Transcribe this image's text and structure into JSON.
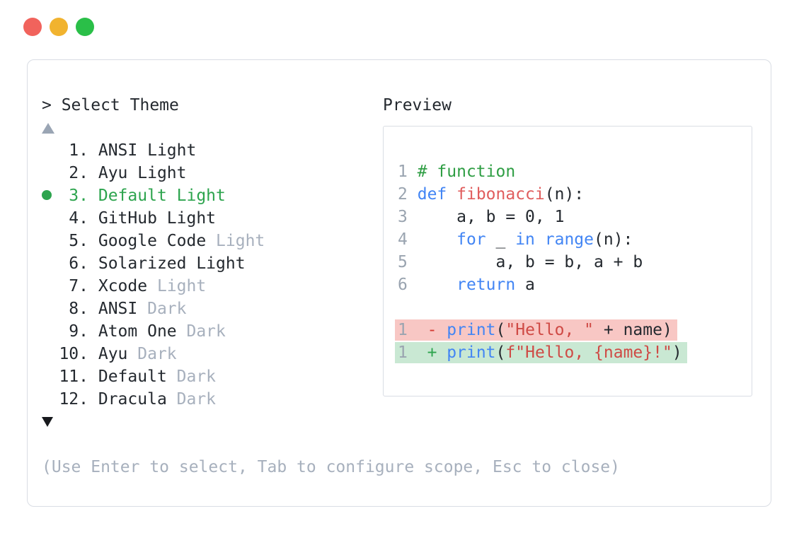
{
  "window": {
    "controls": [
      "close",
      "minimize",
      "zoom"
    ]
  },
  "prompt": {
    "label": "> Select Theme"
  },
  "theme_list": {
    "scroll_up_icon": "up-triangle",
    "scroll_down_icon": "down-triangle",
    "items": [
      {
        "num": "1.",
        "name": "ANSI Light",
        "muted": "",
        "selected": false
      },
      {
        "num": "2.",
        "name": "Ayu Light",
        "muted": "",
        "selected": false
      },
      {
        "num": "3.",
        "name": "Default Light",
        "muted": "",
        "selected": true
      },
      {
        "num": "4.",
        "name": "GitHub Light",
        "muted": "",
        "selected": false
      },
      {
        "num": "5.",
        "name": "Google Code",
        "muted": "Light",
        "selected": false
      },
      {
        "num": "6.",
        "name": "Solarized Light",
        "muted": "",
        "selected": false
      },
      {
        "num": "7.",
        "name": "Xcode",
        "muted": "Light",
        "selected": false
      },
      {
        "num": "8.",
        "name": "ANSI",
        "muted": "Dark",
        "selected": false
      },
      {
        "num": "9.",
        "name": "Atom One",
        "muted": "Dark",
        "selected": false
      },
      {
        "num": "10.",
        "name": "Ayu",
        "muted": "Dark",
        "selected": false
      },
      {
        "num": "11.",
        "name": "Default",
        "muted": "Dark",
        "selected": false
      },
      {
        "num": "12.",
        "name": "Dracula",
        "muted": "Dark",
        "selected": false
      }
    ]
  },
  "preview": {
    "title": "Preview",
    "code_lines": [
      {
        "num": "1",
        "tokens": [
          {
            "t": "# function",
            "c": "comment"
          }
        ]
      },
      {
        "num": "2",
        "tokens": [
          {
            "t": "def",
            "c": "kw"
          },
          {
            "t": " "
          },
          {
            "t": "fibonacci",
            "c": "fn"
          },
          {
            "t": "(n):"
          }
        ]
      },
      {
        "num": "3",
        "tokens": [
          {
            "t": "    a, b = 0, 1"
          }
        ]
      },
      {
        "num": "4",
        "tokens": [
          {
            "t": "    "
          },
          {
            "t": "for",
            "c": "kw"
          },
          {
            "t": " _ "
          },
          {
            "t": "in",
            "c": "kw"
          },
          {
            "t": " "
          },
          {
            "t": "range",
            "c": "kw"
          },
          {
            "t": "(n):"
          }
        ]
      },
      {
        "num": "5",
        "tokens": [
          {
            "t": "        a, b = b, a + b"
          }
        ]
      },
      {
        "num": "6",
        "tokens": [
          {
            "t": "    "
          },
          {
            "t": "return",
            "c": "kw"
          },
          {
            "t": " a"
          }
        ]
      },
      {
        "blank": true
      },
      {
        "num": "1",
        "diff": "del",
        "tokens": [
          {
            "t": " "
          },
          {
            "t": "-",
            "c": "del"
          },
          {
            "t": " "
          },
          {
            "t": "print",
            "c": "kw"
          },
          {
            "t": "("
          },
          {
            "t": "\"Hello, \"",
            "c": "str"
          },
          {
            "t": " + name)"
          }
        ]
      },
      {
        "num": "1",
        "diff": "add",
        "tokens": [
          {
            "t": " "
          },
          {
            "t": "+",
            "c": "add"
          },
          {
            "t": " "
          },
          {
            "t": "print",
            "c": "kw"
          },
          {
            "t": "("
          },
          {
            "t": "f\"Hello, {name}!\"",
            "c": "str"
          },
          {
            "t": ")"
          }
        ]
      }
    ]
  },
  "footer": {
    "hint": "(Use Enter to select, Tab to configure scope, Esc to close)"
  },
  "colors": {
    "text": "#24292f",
    "muted": "#a7b0bd",
    "accent_green": "#2da44e",
    "keyword_blue": "#4285f4",
    "function_red": "#e05d5d",
    "string_red": "#cf4a45",
    "comment_green": "#2f9e44",
    "diff_removed_bg": "#f8c7c4",
    "diff_added_bg": "#c9e8d3",
    "line_number": "#9aa4b0",
    "panel_border": "#d9dde4",
    "traffic_red": "#f1635c",
    "traffic_yellow": "#f1b32f",
    "traffic_green": "#2abf48",
    "scroll_up_arrow": "#9aa5b4",
    "scroll_down_arrow": "#17191d"
  }
}
